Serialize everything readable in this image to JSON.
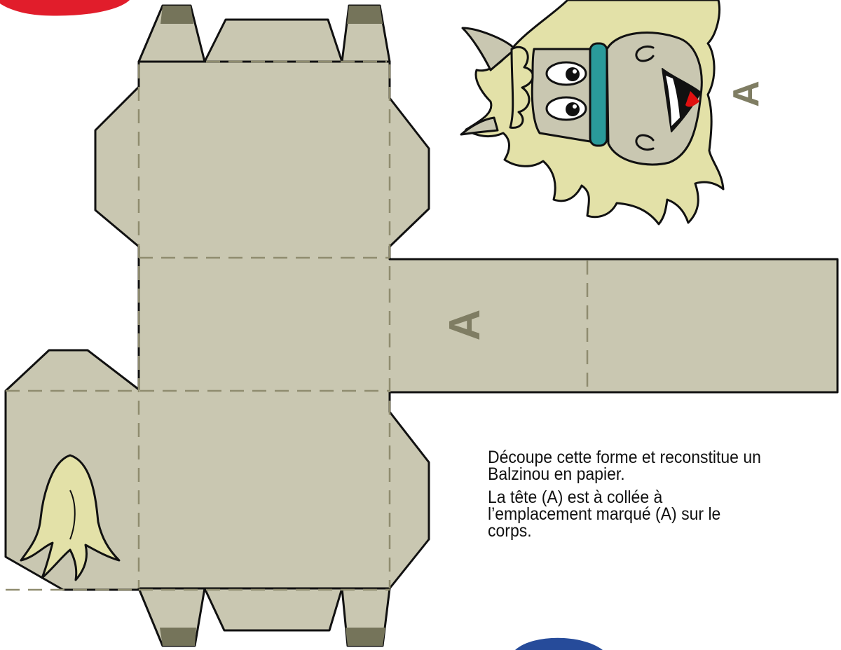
{
  "colors": {
    "paper": "#c9c7b1",
    "fold_line": "#8f8c6f",
    "tab_tip": "#75745a",
    "outline": "#111111",
    "mane": "#e3e1a8",
    "collar": "#2a9a9a",
    "mouth": "#e01010",
    "label": "#7f7d63",
    "corner_red": "#e11d2b",
    "corner_blue": "#264b9a"
  },
  "labels": {
    "body_mark": "A",
    "head_mark": "A"
  },
  "instructions": {
    "line1": "Découpe cette forme et reconstitue un Balzinou en papier.",
    "line2": "La tête (A) est à collée à l’emplacement marqué (A) sur le corps."
  },
  "icons": [
    "horse-head-icon",
    "horse-tail-icon"
  ]
}
